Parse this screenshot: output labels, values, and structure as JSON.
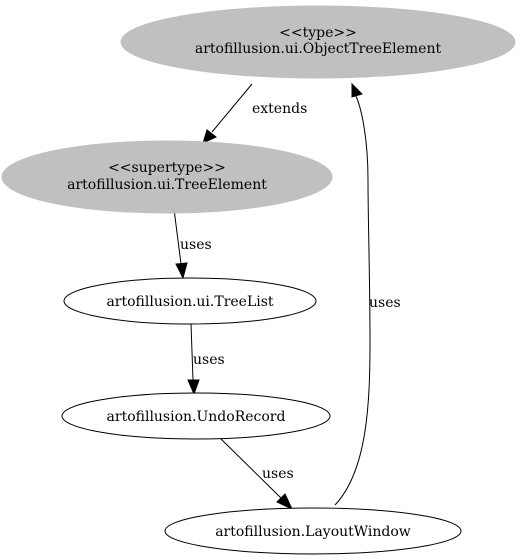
{
  "nodes": {
    "object_tree_element": {
      "stereotype": "<<type>>",
      "name": "artofillusion.ui.ObjectTreeElement"
    },
    "tree_element": {
      "stereotype": "<<supertype>>",
      "name": "artofillusion.ui.TreeElement"
    },
    "tree_list": {
      "name": "artofillusion.ui.TreeList"
    },
    "undo_record": {
      "name": "artofillusion.UndoRecord"
    },
    "layout_window": {
      "name": "artofillusion.LayoutWindow"
    }
  },
  "edges": {
    "tree_element_to_object_tree_element": "extends",
    "tree_element_to_tree_list": "uses",
    "tree_list_to_undo_record": "uses",
    "undo_record_to_layout_window": "uses",
    "layout_window_to_object_tree_element": "uses"
  },
  "colors": {
    "highlighted_node_fill": "#c0c0c0",
    "plain_node_fill": "#ffffff",
    "stroke": "#000000",
    "background": "#ffffff"
  }
}
